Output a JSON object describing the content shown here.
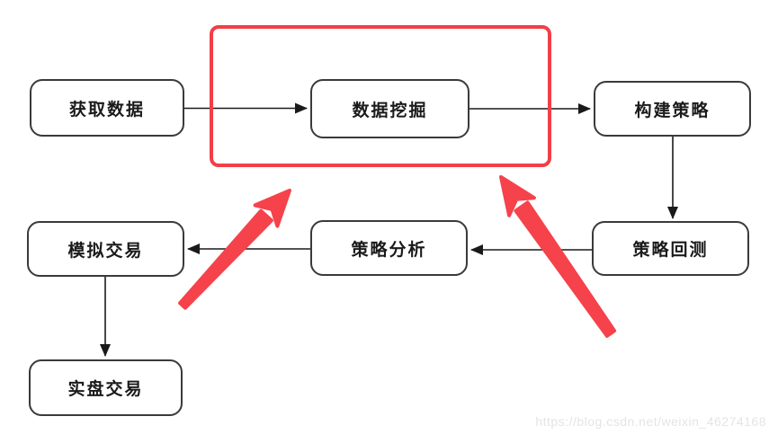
{
  "diagram": {
    "title": "quant-trading-workflow-flowchart",
    "nodes": [
      {
        "id": "get-data",
        "label": "获取数据",
        "highlighted": false
      },
      {
        "id": "data-mining",
        "label": "数据挖掘",
        "highlighted": true
      },
      {
        "id": "build-strategy",
        "label": "构建策略",
        "highlighted": false
      },
      {
        "id": "simulated-trading",
        "label": "模拟交易",
        "highlighted": false
      },
      {
        "id": "strategy-analysis",
        "label": "策略分析",
        "highlighted": false
      },
      {
        "id": "strategy-backtest",
        "label": "策略回测",
        "highlighted": false
      },
      {
        "id": "live-trading",
        "label": "实盘交易",
        "highlighted": false
      }
    ],
    "edges": [
      {
        "from": "获取数据",
        "to": "数据挖掘",
        "style": "black-thin-arrow"
      },
      {
        "from": "数据挖掘",
        "to": "构建策略",
        "style": "black-thin-arrow"
      },
      {
        "from": "构建策略",
        "to": "策略回测",
        "style": "black-thin-arrow"
      },
      {
        "from": "策略回测",
        "to": "策略分析",
        "style": "black-thin-arrow"
      },
      {
        "from": "策略分析",
        "to": "模拟交易",
        "style": "black-thin-arrow"
      },
      {
        "from": "模拟交易",
        "to": "实盘交易",
        "style": "black-thin-arrow"
      },
      {
        "from": "模拟交易区域",
        "to": "数据挖掘(红框)",
        "style": "red-emphasis-arrow"
      },
      {
        "from": "策略回测区域",
        "to": "数据挖掘(红框)",
        "style": "red-emphasis-arrow"
      }
    ],
    "colors": {
      "emphasis_red": "#f23f47",
      "box_border": "#3a3a3a",
      "arrow_black": "#1a1a1a",
      "text": "#1a1a1a",
      "background": "#ffffff",
      "watermark_gray": "#e4e4e4"
    }
  },
  "watermark": {
    "text": "https://blog.csdn.net/weixin_46274168"
  }
}
